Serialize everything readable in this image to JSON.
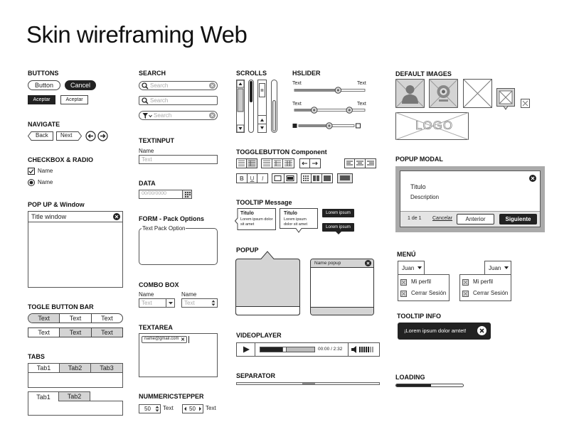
{
  "page": {
    "title": "Skin wireframing Web"
  },
  "buttons": {
    "heading": "BUTTONS",
    "button": "Button",
    "cancel": "Cancel",
    "aceptar_dark": "Aceptar",
    "aceptar": "Aceptar"
  },
  "navigate": {
    "heading": "NAVIGATE",
    "back": "Back",
    "next": "Next"
  },
  "checkbox": {
    "heading": "CHECKBOX & RADIO",
    "checkbox_label": "Name",
    "radio_label": "Name"
  },
  "popup_window": {
    "heading": "POP UP & Window",
    "title": "Title window"
  },
  "toggle_bar": {
    "heading": "TOGLE BUTTON BAR",
    "row1": [
      "Text",
      "Text",
      "Text"
    ],
    "row2": [
      "Text",
      "Text",
      "Text"
    ]
  },
  "tabs": {
    "heading": "TABS",
    "set1": [
      "Tab1",
      "Tab2",
      "Tab3"
    ],
    "set2": [
      "Tab1",
      "Tab2"
    ]
  },
  "search": {
    "heading": "SEARCH",
    "placeholder": "Search"
  },
  "textinput": {
    "heading": "TEXTINPUT",
    "label": "Name",
    "placeholder": "Text"
  },
  "data": {
    "heading": "DATA",
    "placeholder": "00/00/0000"
  },
  "form": {
    "heading": "FORM - Pack Options",
    "legend": "Text Pack Option"
  },
  "combo": {
    "heading": "COMBO BOX",
    "label1": "Name",
    "label2": "Name",
    "value1": "Text",
    "value2": "Text"
  },
  "textarea": {
    "heading": "TEXTAREA",
    "tag": "name@gmail.com"
  },
  "stepper": {
    "heading": "NUMMERICSTEPPER",
    "value1": "50",
    "label1": "Text",
    "value2": "50",
    "label2": "Text"
  },
  "scrolls": {
    "heading": "SCROLLS"
  },
  "hslider": {
    "heading": "HSLIDER",
    "s1_left": "Text",
    "s1_right": "Text",
    "s2_left": "Text",
    "s2_right": "Text",
    "v1": 0.62,
    "v2a": 0.28,
    "v2b": 0.78,
    "v3": 0.55
  },
  "togglebutton": {
    "heading": "TOGGLEBUTTON Component",
    "text_bold": "B",
    "text_underline": "U",
    "text_italic": "I"
  },
  "tooltip_msg": {
    "heading": "TOOLTIP Message",
    "t1_title": "Titulo",
    "t1_body": "Lorem ipsum dolor sit amet",
    "t2_title": "Titulo",
    "t2_body": "Lorem ipsum dolor sit amet",
    "dark1": "Lorem ipsum",
    "dark2": "Lorem ipsum"
  },
  "popup": {
    "heading": "POPUP",
    "name": "Name popup"
  },
  "videoplayer": {
    "heading": "VIDEOPLAYER",
    "time": "00:00 / 2:32",
    "progress": 0.42
  },
  "separator": {
    "heading": "SEPARATOR"
  },
  "default_images": {
    "heading": "DEFAULT IMAGES",
    "logo": "LOGO"
  },
  "popup_modal": {
    "heading": "POPUP MODAL",
    "title": "Titulo",
    "description": "Description",
    "page": "1 de 1",
    "cancel": "Cancelar",
    "prev": "Anterior",
    "next": "Siguiente"
  },
  "menu": {
    "heading": "MENÚ",
    "user": "Juan",
    "items": [
      "Mi perfil",
      "Cerrar Sesión"
    ]
  },
  "tooltip_info": {
    "heading": "TOOLTIP INFO",
    "text": "¡Lorem ipsum dolor amtet!"
  },
  "loading": {
    "heading": "LOADING",
    "progress": 0.52
  }
}
